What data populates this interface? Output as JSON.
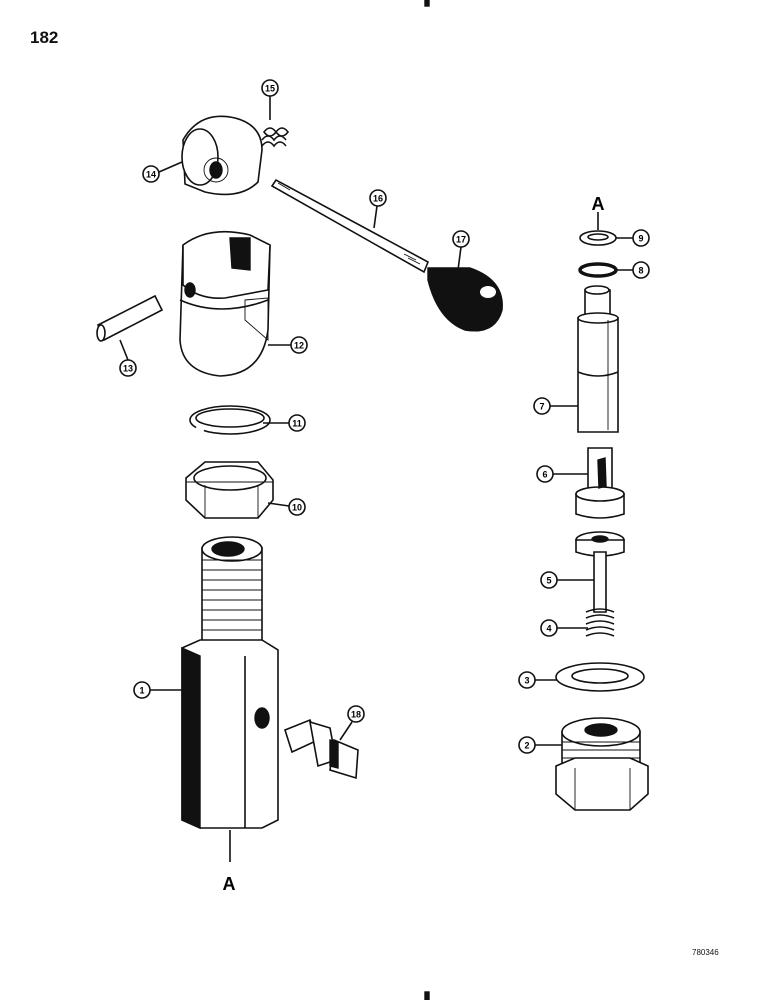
{
  "page": {
    "number": "182",
    "figure_code": "780346"
  },
  "reference_marks": [
    "A",
    "A"
  ],
  "callouts": [
    "15",
    "14",
    "16",
    "17",
    "13",
    "12",
    "11",
    "10",
    "1",
    "18",
    "9",
    "8",
    "7",
    "6",
    "5",
    "4",
    "3",
    "2"
  ],
  "colors": {
    "ink": "#111111",
    "paper": "#ffffff"
  }
}
